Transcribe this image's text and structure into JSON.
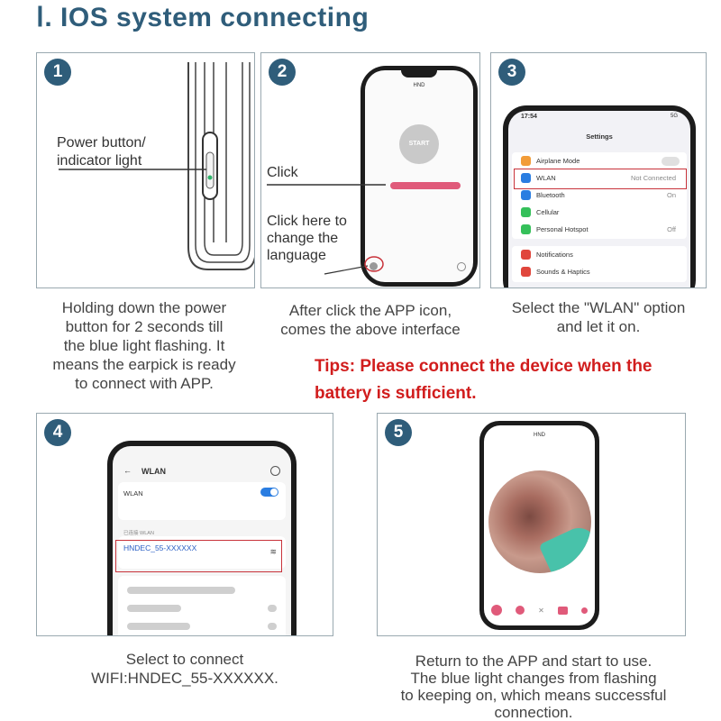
{
  "title": "Ⅰ. IOS system connecting",
  "steps": [
    {
      "number": "1",
      "label_power": "Power button/\nindicator light",
      "caption": "Holding down the power\nbutton for 2 seconds till\nthe blue light flashing. It\nmeans the earpick is ready\nto connect with APP."
    },
    {
      "number": "2",
      "label_click": "Click",
      "label_lang": "Click here to\nchange the\nlanguage",
      "app_title": "HND",
      "start_label": "START",
      "caption": "After click the APP icon,\ncomes the above interface"
    },
    {
      "number": "3",
      "status_time": "17:54",
      "status_signal": "5G",
      "settings_title": "Settings",
      "rows": [
        {
          "label": "Airplane Mode",
          "value": ""
        },
        {
          "label": "WLAN",
          "value": "Not Connected"
        },
        {
          "label": "Bluetooth",
          "value": "On"
        },
        {
          "label": "Cellular",
          "value": ""
        },
        {
          "label": "Personal Hotspot",
          "value": "Off"
        },
        {
          "label": "Notifications",
          "value": ""
        },
        {
          "label": "Sounds & Haptics",
          "value": ""
        }
      ],
      "caption": "Select the \"WLAN\" option\nand let it on."
    },
    {
      "number": "4",
      "header": "WLAN",
      "wlan_label": "WLAN",
      "list_header": "已连接 WLAN",
      "network": "HNDEC_55-XXXXXX",
      "caption": "Select to connect\nWIFI:HNDEC_55-XXXXXX."
    },
    {
      "number": "5",
      "app_title": "HND",
      "caption": "Return to the APP and start to use.\nThe blue light changes from flashing\nto keeping on, which means successful\nconnection."
    }
  ],
  "tips": "Tips: Please connect the device when the battery is sufficient.",
  "colors": {
    "accent": "#2f5d7a",
    "tips": "#d11d1d",
    "highlight": "#c8323a",
    "toggle": "#2a7de1",
    "app_button": "#e05a7a"
  }
}
